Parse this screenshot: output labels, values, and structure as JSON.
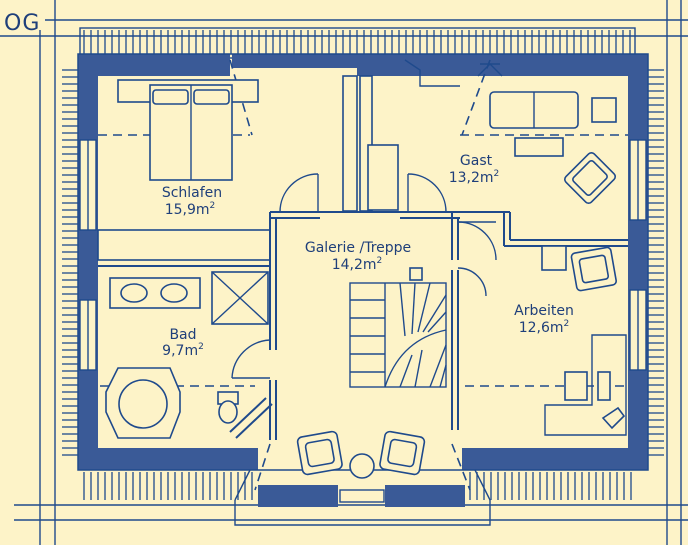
{
  "floor_label": "OG",
  "rooms": {
    "schlafen": {
      "name": "Schlafen",
      "area": "15,9",
      "unit": "m",
      "exp": "2"
    },
    "gast": {
      "name": "Gast",
      "area": "13,2",
      "unit": "m",
      "exp": "2"
    },
    "galerie": {
      "name": "Galerie /Treppe",
      "area": "14,2",
      "unit": "m",
      "exp": "2"
    },
    "arbeiten": {
      "name": "Arbeiten",
      "area": "12,6",
      "unit": "m",
      "exp": "2"
    },
    "bad": {
      "name": "Bad",
      "area": "9,7",
      "unit": "m",
      "exp": "2"
    }
  },
  "colors": {
    "background": "#fdf3c8",
    "line": "#1f4a8c",
    "wall_fill": "#3a5a97"
  }
}
